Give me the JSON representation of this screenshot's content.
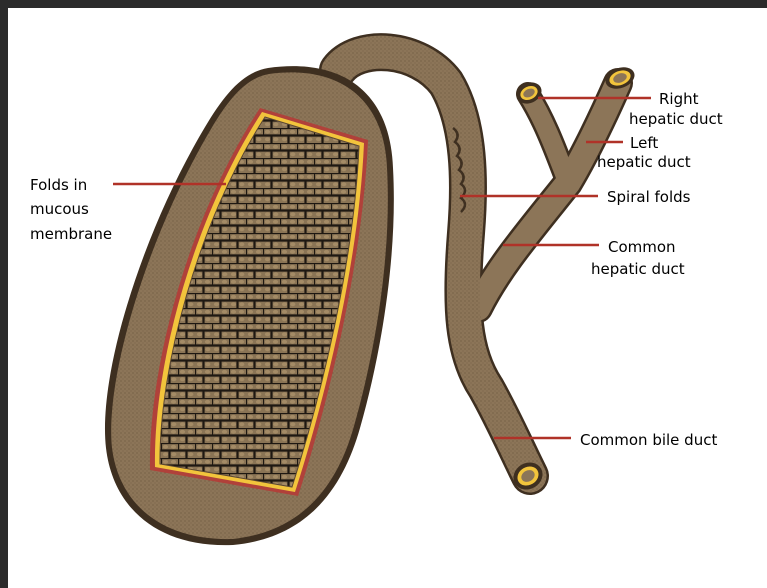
{
  "colors": {
    "frame": "#2b2b2b",
    "background": "#ffffff",
    "wall": "#8c7558",
    "wall_dark": "#5a4632",
    "mucosa": "#8a7455",
    "mucosa_cells": "#1e1812",
    "lining_outer": "#b0413a",
    "lining_inner": "#f2c43c",
    "leader": "#b03228"
  },
  "labels": {
    "folds": [
      "Folds in",
      "mucous",
      "membrane"
    ],
    "right_hepatic": [
      "Right",
      "hepatic duct"
    ],
    "left_hepatic": [
      "Left",
      "hepatic duct"
    ],
    "spiral_folds": "Spiral folds",
    "common_hepatic": [
      "Common",
      "hepatic duct"
    ],
    "common_bile": "Common bile duct"
  }
}
